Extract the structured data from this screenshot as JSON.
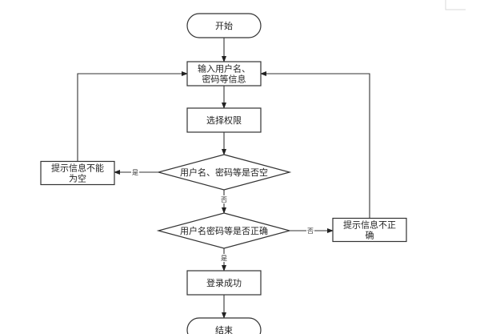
{
  "diagram": {
    "type": "flowchart",
    "nodes": [
      {
        "id": "start",
        "kind": "terminal",
        "lines": [
          "开始"
        ]
      },
      {
        "id": "input",
        "kind": "process",
        "lines": [
          "输入用户名、",
          "密码等信息"
        ]
      },
      {
        "id": "select",
        "kind": "process",
        "lines": [
          "选择权限"
        ]
      },
      {
        "id": "check_empty",
        "kind": "decision",
        "lines": [
          "用户名、密码等是否空"
        ]
      },
      {
        "id": "msg_empty",
        "kind": "process",
        "lines": [
          "提示信息不能",
          "为空"
        ]
      },
      {
        "id": "check_correct",
        "kind": "decision",
        "lines": [
          "用户名密码等是否正确"
        ]
      },
      {
        "id": "msg_incorrect",
        "kind": "process",
        "lines": [
          "提示信息不正",
          "确"
        ]
      },
      {
        "id": "success",
        "kind": "process",
        "lines": [
          "登录成功"
        ]
      },
      {
        "id": "end",
        "kind": "terminal",
        "lines": [
          "结束"
        ]
      }
    ],
    "edges": [
      {
        "from": "start",
        "to": "input",
        "label": ""
      },
      {
        "from": "input",
        "to": "select",
        "label": ""
      },
      {
        "from": "select",
        "to": "check_empty",
        "label": ""
      },
      {
        "from": "check_empty",
        "to": "msg_empty",
        "label": "是"
      },
      {
        "from": "check_empty",
        "to": "check_correct",
        "label": "否"
      },
      {
        "from": "msg_empty",
        "to": "input",
        "label": ""
      },
      {
        "from": "check_correct",
        "to": "msg_incorrect",
        "label": "否"
      },
      {
        "from": "check_correct",
        "to": "success",
        "label": "是"
      },
      {
        "from": "msg_incorrect",
        "to": "input",
        "label": ""
      },
      {
        "from": "success",
        "to": "end",
        "label": ""
      }
    ]
  }
}
